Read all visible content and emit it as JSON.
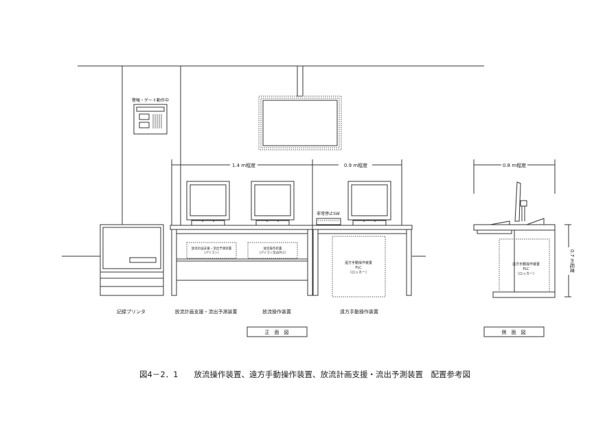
{
  "alarm_panel": {
    "label": "警報・ゲート動作中"
  },
  "dimensions": {
    "front_left_width": "1.4 m程度",
    "front_right_width": "0.9 m程度",
    "side_depth": "0.8 m程度",
    "side_height": "0.7 m程度"
  },
  "emergency_switch": {
    "label": "非常停止SW"
  },
  "desk_boxes": {
    "planning": {
      "line1": "放流計画支援・流出予測装置",
      "line2": "（パソコン）"
    },
    "operation": {
      "line1": "放流操作装置",
      "line2": "（パソコン又はPLC）"
    },
    "remote_front": {
      "line1": "遠方手動操作装置",
      "line2": "PLC",
      "line3": "（ロッカー）"
    },
    "remote_side": {
      "line1": "遠方手動操作装置",
      "line2": "PLC",
      "line3": "（ロッカー）"
    }
  },
  "labels": {
    "printer": "記録プリンタ",
    "planning": "放流計画支援・流出予測装置",
    "operation": "放流操作装置",
    "remote": "遠方手動操作装置"
  },
  "views": {
    "front": "正　面　図",
    "side": "側　面　図"
  },
  "caption": "図4－2．1　　放流操作装置、遠方手動操作装置、放流計画支援・流出予測装置　配置参考図"
}
